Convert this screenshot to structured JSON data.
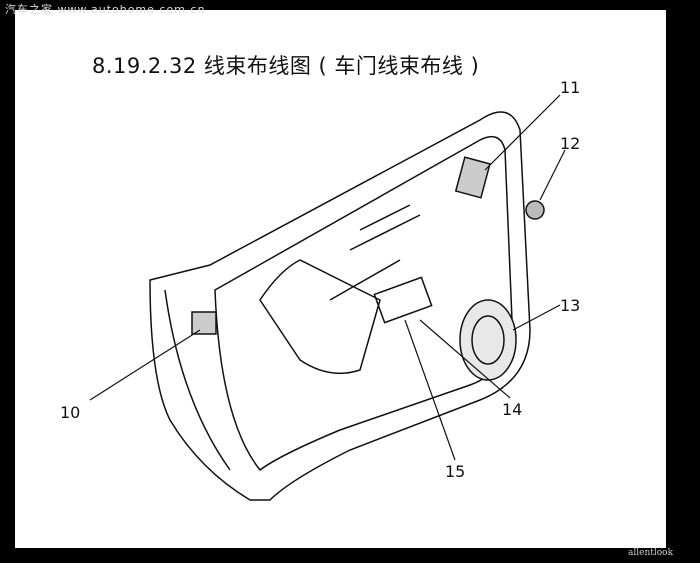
{
  "title": "8.19.2.32 线束布线图 ( 车门线束布线 )",
  "callouts": [
    "10",
    "11",
    "12",
    "13",
    "14",
    "15"
  ],
  "watermarks": {
    "top": "汽车之家 www.autohome.com.cn",
    "bottom": "allentlook"
  }
}
